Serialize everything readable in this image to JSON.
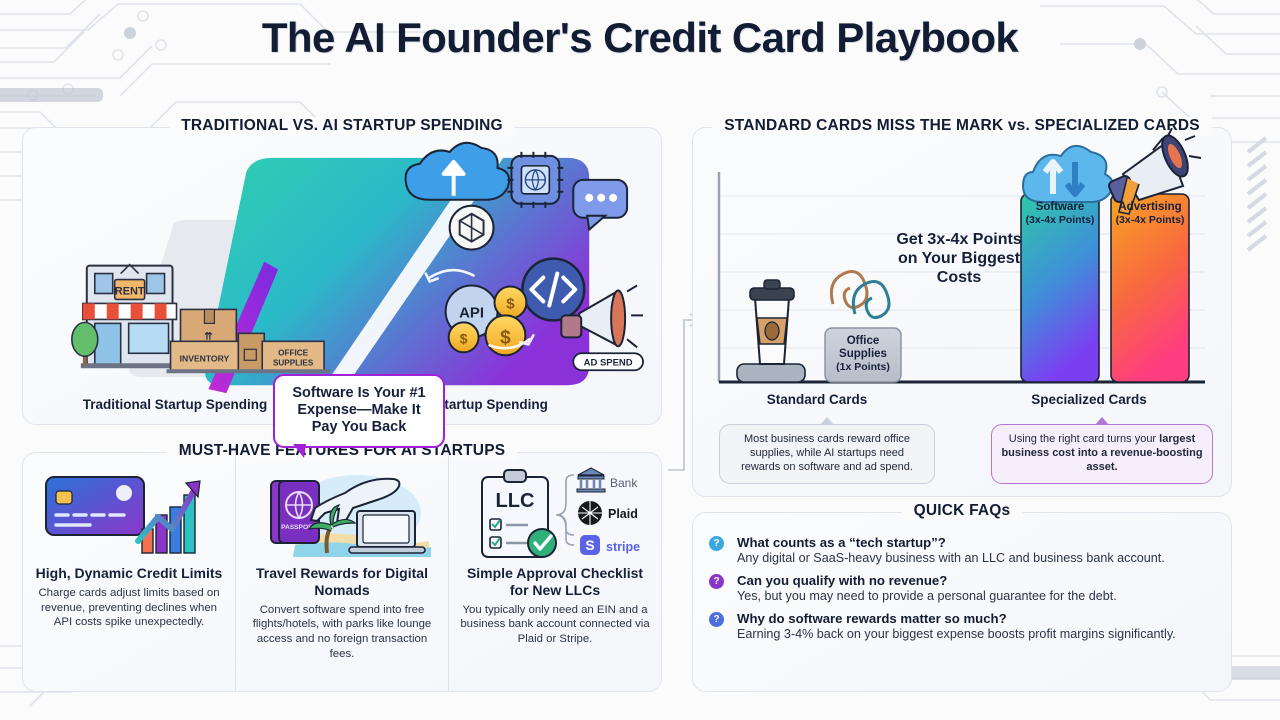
{
  "page_title": "The AI Founder's Credit Card Playbook",
  "theme": {
    "accent_purple": "#a021d8",
    "accent_teal": "#2fc2a8",
    "accent_orange": "#f7931e",
    "ink": "#16203a",
    "panel_bg": "#f4f6fa"
  },
  "spending_panel": {
    "title": "TRADITIONAL VS. AI STARTUP SPENDING",
    "callout": "Software Is Your #1 Expense—Make It Pay You Back",
    "traditional_caption": "Traditional Startup Spending",
    "ai_caption": "AI Startup Spending",
    "traditional_art_labels": [
      "RENT",
      "INVENTORY",
      "OFFICE SUPPLIES"
    ],
    "ai_art_labels": [
      "API",
      "AD SPEND",
      "</>"
    ],
    "icons": [
      "storefront-icon",
      "tree-icon",
      "boxes-icon",
      "cloud-upload-icon",
      "chip-globe-icon",
      "chat-bubble-icon",
      "openai-logo-icon",
      "code-brackets-icon",
      "api-coin-icon",
      "coin-icon",
      "megaphone-icon",
      "waveform-icon"
    ]
  },
  "cards_panel": {
    "title": "STANDARD CARDS MISS THE MARK vs. SPECIALIZED CARDS",
    "chart_headline": "Get 3x-4x Points on Your Biggest Costs",
    "note_standard": "Most business cards reward office supplies, while AI startups need rewards on software and ad spend.",
    "note_specialized_prefix": "Using the right card turns your ",
    "note_specialized_bold": "largest business cost into a revenue-boosting asset.",
    "icons": [
      "coffee-cup-icon",
      "paperclips-icon",
      "cloud-sync-icon",
      "megaphone-icon"
    ]
  },
  "chart_data": {
    "type": "bar",
    "title": "Get 3x-4x Points on Your Biggest Costs",
    "xlabel": "",
    "ylabel": "",
    "grid": true,
    "legend": "none",
    "groups": [
      "Standard Cards",
      "Specialized Cards"
    ],
    "categories": [
      "Office Supplies",
      "Software",
      "Advertising"
    ],
    "values": [
      1,
      4,
      4
    ],
    "value_labels": [
      "1x Points",
      "3x-4x Points",
      "3x-4x Points"
    ],
    "group_of_category": [
      "Standard Cards",
      "Specialized Cards",
      "Specialized Cards"
    ],
    "ylim": [
      0,
      4.6
    ],
    "bars": [
      {
        "label": "Office Supplies",
        "sub": "(1x Points)",
        "value": 1,
        "group": "Standard Cards",
        "color_top": "#cdd4dd",
        "color_bottom": "#b7bec9"
      },
      {
        "label": "Software",
        "sub": "(3x-4x Points)",
        "value": 4,
        "group": "Specialized Cards",
        "color_top": "#2ec9a8",
        "color_bottom": "#7b3ff2"
      },
      {
        "label": "Advertising",
        "sub": "(3x-4x Points)",
        "value": 4,
        "group": "Specialized Cards",
        "color_top": "#f7a521",
        "color_bottom": "#ff3d80"
      }
    ]
  },
  "features_panel": {
    "title": "MUST-HAVE FEATURES FOR AI STARTUPS",
    "features": [
      {
        "title": "High, Dynamic Credit Limits",
        "desc": "Charge cards adjust limits based on revenue, preventing declines when API costs spike unexpectedly.",
        "icon": "credit-card-growth-chart-icon"
      },
      {
        "title": "Travel Rewards for Digital Nomads",
        "desc": "Convert software spend into free flights/hotels, with parks like lounge access and no foreign transaction fees.",
        "icon": "passport-airplane-laptop-icon"
      },
      {
        "title": "Simple Approval Checklist for New LLCs",
        "desc": "You typically only need an EIN and a business bank account connected via Plaid or Stripe.",
        "icon": "llc-checklist-icon"
      }
    ],
    "checklist_art": {
      "clipboard_label": "LLC",
      "integrations": [
        "Bank",
        "Plaid",
        "stripe"
      ]
    }
  },
  "faq_panel": {
    "title": "QUICK FAQs",
    "items": [
      {
        "badge": "?",
        "badge_color": "#3aa8e0",
        "question": "What counts as a “tech startup”?",
        "answer": "Any digital or SaaS-heavy business with an LLC and business bank account."
      },
      {
        "badge": "?",
        "badge_color": "#8b36c9",
        "question": "Can you qualify with no revenue?",
        "answer": "Yes, but you may need to provide a personal guarantee for the debt."
      },
      {
        "badge": "?",
        "badge_color": "#4c6ee0",
        "question": "Why do software rewards matter so much?",
        "answer": "Earning 3-4% back on your biggest expense boosts profit margins significantly."
      }
    ]
  }
}
